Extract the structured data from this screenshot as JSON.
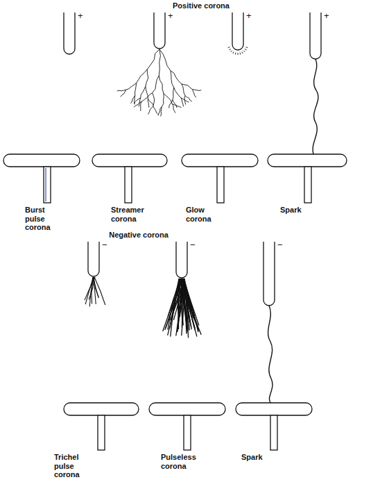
{
  "diagram": {
    "labels": [
      "Positive corona",
      "+",
      "+",
      "+",
      "+",
      "Burst pulse corona",
      "Streamer corona",
      "Glow corona",
      "Spark",
      "Negative corona",
      "−",
      "−",
      "−",
      "Trichel pulse corona",
      "Pulseless corona",
      "Spark"
    ]
  }
}
